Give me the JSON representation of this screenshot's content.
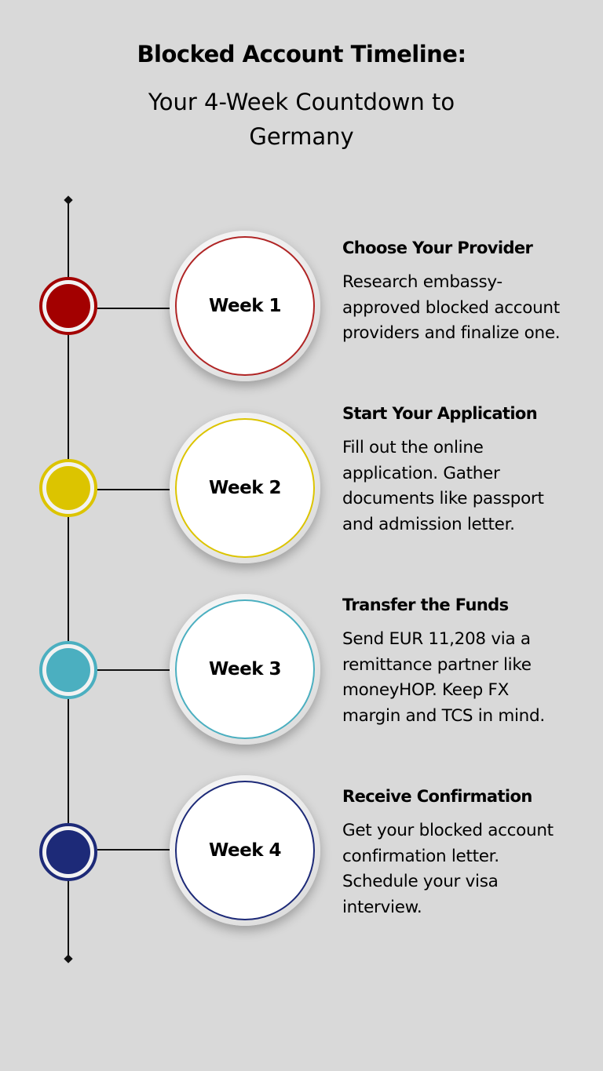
{
  "header": {
    "title": "Blocked Account Timeline:",
    "subtitle": "Your 4-Week Countdown to Germany"
  },
  "colors": {
    "background": "#d9d9d9",
    "week1": "#a30000",
    "week2": "#dcc400",
    "week3": "#4bafc0",
    "week4": "#1d2a78"
  },
  "steps": [
    {
      "week": "Week 1",
      "heading": "Choose Your Provider",
      "description": "Research embassy-approved blocked account providers and finalize one."
    },
    {
      "week": "Week 2",
      "heading": "Start Your Application",
      "description": "Fill out the online application. Gather documents like passport and admission letter."
    },
    {
      "week": "Week 3",
      "heading": "Transfer the Funds",
      "description": "Send EUR 11,208 via a remittance partner like moneyHOP. Keep FX margin and TCS in mind."
    },
    {
      "week": "Week 4",
      "heading": "Receive Confirmation",
      "description": "Get your blocked account confirmation letter. Schedule your visa interview."
    }
  ]
}
